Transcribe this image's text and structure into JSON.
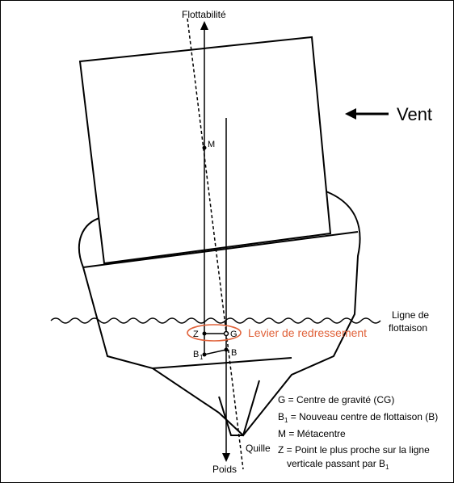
{
  "labels": {
    "flottabilite": "Flottabilité",
    "vent": "Vent",
    "ligne_1": "Ligne de",
    "ligne_2": "flottaison",
    "levier": "Levier de redressement",
    "poids": "Poids",
    "quille": "Quille",
    "m": "M",
    "z": "Z",
    "g": "G",
    "b": "B",
    "b1": "B",
    "sub1": "1"
  },
  "legend": {
    "g": "G = Centre de gravité (CG)",
    "b1_prefix": "B",
    "b1_sub": "1",
    "b1_text": " = Nouveau centre de flottaison (B)",
    "m": "M = Métacentre",
    "z_line1": "Z = Point le plus proche sur la ligne",
    "z_line2_prefix": "verticale passant par B",
    "z_line2_sub": "1"
  },
  "colors": {
    "accent": "#e0623a",
    "ink": "#000000"
  }
}
